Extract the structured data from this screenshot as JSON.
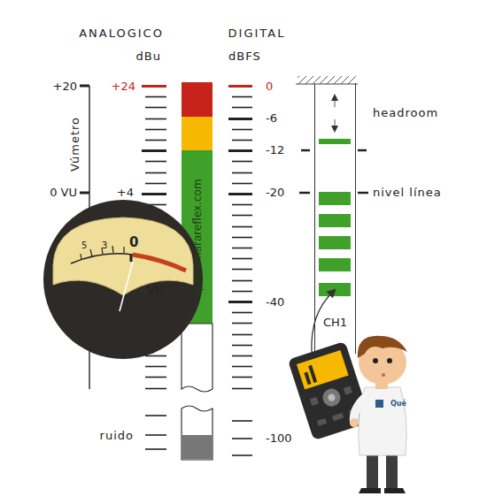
{
  "diagram": {
    "nodes": [
      {
        "text": [
          "5",
          "3",
          "0",
          "VU"
        ]
      },
      {
        "text": [
          "CH1"
        ]
      }
    ],
    "labels": [
      "ANALOGICO",
      "DIGITAL",
      "dBu",
      "dBFS",
      "+20",
      "Vúmetro",
      "0 VU",
      "+24",
      "+4",
      "0",
      "-6",
      "-12",
      "-20",
      "-40",
      "-100",
      "ruido",
      "quecamarareflex.com",
      "headroom",
      "nivel línea",
      "Qué"
    ]
  }
}
